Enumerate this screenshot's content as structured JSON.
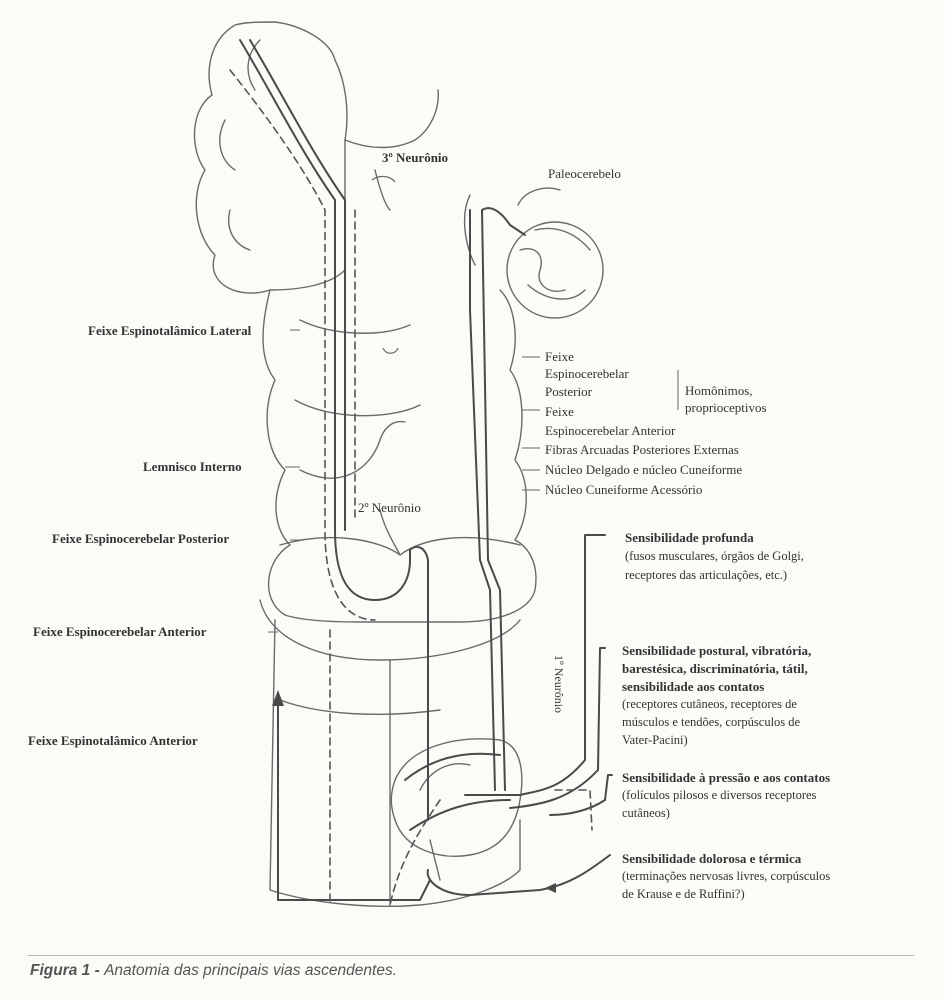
{
  "labels": {
    "neuron3": "3º Neurônio",
    "paleocerebelo": "Paleocerebelo",
    "feixe_espinotalamico_lateral": "Feixe Espinotalâmico Lateral",
    "feixe": "Feixe",
    "espinocerebelar": "Espinocerebelar",
    "posterior": "Posterior",
    "homonimos": "Homônimos,",
    "proprioceptivos": "proprioceptivos",
    "feixe2": "Feixe",
    "espinocerebelar_anterior": "Espinocerebelar Anterior",
    "fibras_arcuadas": "Fibras Arcuadas Posteriores Externas",
    "nucleo_delgado": "Núcleo Delgado e núcleo Cuneiforme",
    "nucleo_cuneiforme_acessorio": "Núcleo Cuneiforme Acessório",
    "lemnisco_interno": "Lemnisco Interno",
    "neuron2": "2º Neurônio",
    "feixe_espinocerebelar_posterior": "Feixe Espinocerebelar Posterior",
    "feixe_espinocerebelar_anterior": "Feixe Espinocerebelar Anterior",
    "feixe_espinotalamico_anterior": "Feixe Espinotalâmico Anterior",
    "neuron1": "1º Neurônio",
    "sens_profunda": {
      "title": "Sensibilidade profunda",
      "line2": "(fusos musculares, órgãos de Golgi,",
      "line3": "receptores das articulações, etc.)"
    },
    "sens_postural": {
      "line1": "Sensibilidade postural, vibratória,",
      "line2": "barestésica, discriminatória, tátil,",
      "line3": "sensibilidade aos contatos",
      "line4": "(receptores cutâneos, receptores de",
      "line5": "músculos e tendões, corpúsculos de",
      "line6": "Vater-Pacini)"
    },
    "sens_pressao": {
      "line1": "Sensibilidade à pressão e aos contatos",
      "line2": "(folículos pilosos e diversos receptores",
      "line3": "cutâneos)"
    },
    "sens_dolorosa": {
      "line1": "Sensibilidade dolorosa e térmica",
      "line2": "(terminações nervosas livres, corpúsculos",
      "line3": "de Krause e de Ruffini?)"
    }
  },
  "caption": {
    "prefix": "Figura 1 - ",
    "text": "Anatomia das principais vias ascendentes."
  }
}
